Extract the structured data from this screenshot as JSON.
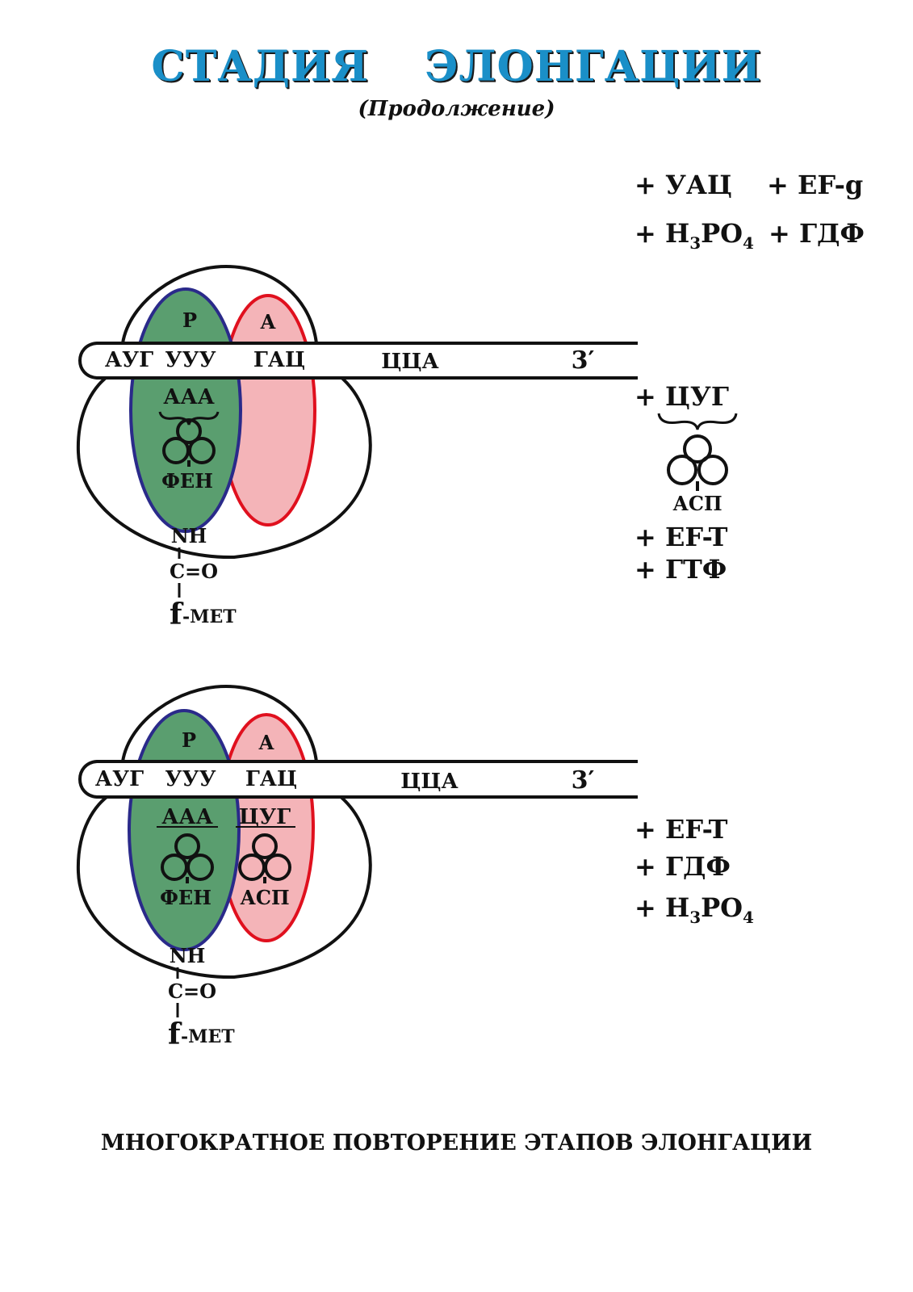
{
  "title": "СТАДИЯ ЭЛОНГАЦИИ",
  "subtitle": "(Продолжение)",
  "footer": "МНОГОКРАТНОЕ ПОВТОРЕНИЕ ЭТАПОВ ЭЛОНГАЦИИ",
  "colors": {
    "title": "#1a8fc8",
    "p_site_fill": "#5a9e6f",
    "p_site_stroke": "#2a2a8a",
    "a_site_fill": "#f4b4b8",
    "a_site_stroke": "#e0101e"
  },
  "diagram1": {
    "p_site": "Р",
    "a_site": "А",
    "mrna": {
      "c1": "АУГ",
      "c2": "УУУ",
      "c3": "ГАЦ",
      "c4": "ЦЦА",
      "end": "3′"
    },
    "anticodon_p": "ААА",
    "aa_p": "ФЕН",
    "peptide": {
      "nh": "NH",
      "co": "C=O",
      "f": "f",
      "met": "-МЕТ"
    },
    "products": {
      "r1a": "+ УАЦ",
      "r1b": "+ EF-g",
      "r2a_pre": "+ H",
      "r2a_sub1": "3",
      "r2a_mid": "PO",
      "r2a_sub2": "4",
      "r2b": "+ ГДФ"
    },
    "incoming": {
      "codon": "+ ЦУГ",
      "aa": "АСП",
      "ef": "+ EF-T",
      "gtp": "+ ГТФ"
    }
  },
  "diagram2": {
    "p_site": "Р",
    "a_site": "А",
    "mrna": {
      "c1": "АУГ",
      "c2": "УУУ",
      "c3": "ГАЦ",
      "c4": "ЦЦА",
      "end": "3′"
    },
    "anticodon_p": "ААА",
    "aa_p": "ФЕН",
    "anticodon_a": "ЦУГ",
    "aa_a": "АСП",
    "peptide": {
      "nh": "NH",
      "co": "C=O",
      "f": "f",
      "met": "-МЕТ"
    },
    "products": {
      "ef": "+ EF-T",
      "gdp": "+ ГДФ",
      "p_pre": "+ H",
      "p_sub1": "3",
      "p_mid": "PO",
      "p_sub2": "4"
    }
  }
}
